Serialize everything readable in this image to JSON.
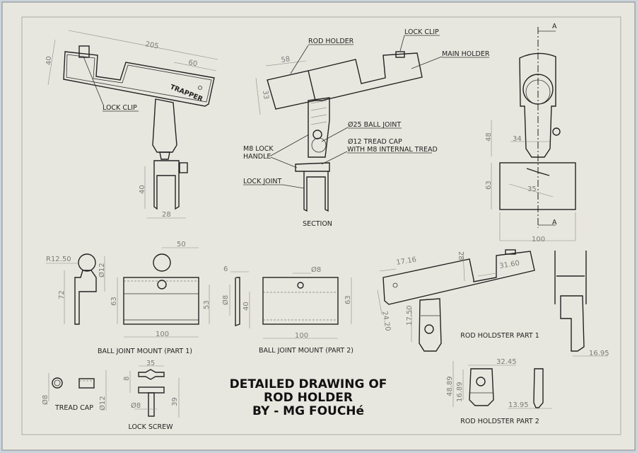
{
  "sheet": {
    "title_lines": [
      "DETAILED DRAWING OF",
      "ROD HOLDER",
      "BY - MG FOUCHé"
    ]
  },
  "view_main": {
    "dims": {
      "length": "205",
      "clip_offset": "60",
      "height": "40",
      "mount_height": "40",
      "mount_width": "28"
    },
    "brand_text": "TRAPPER",
    "labels": {
      "lock_clip": "LOCK CLIP"
    }
  },
  "view_section": {
    "caption": "SECTION",
    "dims": {
      "rod_width": "58",
      "rod_height": "33"
    },
    "labels": {
      "rod_holder": "ROD HOLDER",
      "lock_clip": "LOCK CLIP",
      "main_holder": "MAIN HOLDER",
      "ball_joint": "Ø25 BALL JOINT",
      "tread_cap_1": "Ø12 TREAD CAP",
      "tread_cap_2": "WITH M8 INTERNAL TREAD",
      "lock_handle_1": "M8 LOCK",
      "lock_handle_2": "HANDLE",
      "lock_joint": "LOCK JOINT"
    }
  },
  "view_side": {
    "section_marks": [
      "A",
      "A"
    ],
    "dims": {
      "upper_height": "48",
      "neck_width": "34",
      "base_height": "63",
      "handle_length": "35",
      "base_width": "100"
    }
  },
  "ball_mount_1": {
    "caption": "BALL JOINT MOUNT (PART 1)",
    "dims": {
      "radius": "R12.50",
      "neck_dia": "Ø12",
      "height": "72",
      "ball_offset": "50",
      "plate_height": "63",
      "inner_height": "53",
      "width": "100"
    }
  },
  "ball_mount_2": {
    "caption": "BALL JOINT MOUNT (PART 2)",
    "dims": {
      "thickness": "6",
      "hole_side": "Ø8",
      "height_side": "40",
      "hole": "Ø8",
      "height": "63",
      "width": "100"
    }
  },
  "tread_cap": {
    "caption": "TREAD CAP",
    "dims": {
      "inner": "Ø8",
      "outer": "Ø12"
    }
  },
  "lock_screw": {
    "caption": "LOCK SCREW",
    "dims": {
      "handle": "35",
      "head": "8",
      "shaft": "Ø8",
      "length": "39"
    }
  },
  "holdster_1": {
    "caption": "ROD HOLDSTER PART 1",
    "dims": {
      "a": "17.16",
      "b": "28",
      "c": "31.60",
      "d": "24.20",
      "e": "17.50",
      "f": "16.95"
    }
  },
  "holdster_2": {
    "caption": "ROD HOLDSTER PART 2",
    "dims": {
      "width": "32.45",
      "height": "48.89",
      "hole": "16.89",
      "side": "13.95"
    }
  }
}
